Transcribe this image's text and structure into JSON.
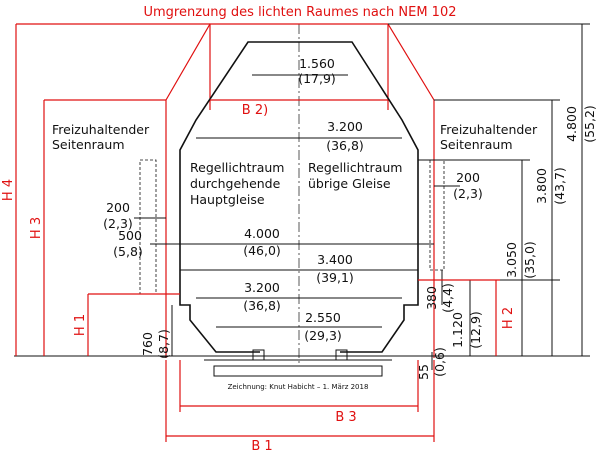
{
  "title": "Umgrenzung des lichten Raumes nach NEM 102",
  "labels": {
    "left_space": [
      "Freizuhaltender",
      "Seitenraum"
    ],
    "right_space": [
      "Freizuhaltender",
      "Seitenraum"
    ],
    "left_gauge": [
      "Regellichtraum",
      "durchgehende",
      "Hauptgleise"
    ],
    "right_gauge": [
      "Regellichtraum",
      "übrige Gleise"
    ],
    "credit": "Zeichnung: Knut Habicht – 1. März 2018"
  },
  "dimensions": {
    "d1560": [
      "1.560",
      "(17,9)"
    ],
    "d3200_top": [
      "3.200",
      "(36,8)"
    ],
    "d200_right": [
      "200",
      "(2,3)"
    ],
    "d200_left": [
      "200",
      "(2,3)"
    ],
    "d500_left": [
      "500",
      "(5,8)"
    ],
    "d4000": [
      "4.000",
      "(46,0)"
    ],
    "d3400": [
      "3.400",
      "(39,1)"
    ],
    "d3200_low": [
      "3.200",
      "(36,8)"
    ],
    "d2550": [
      "2.550",
      "(29,3)"
    ],
    "d760": [
      "760",
      "(8,7)"
    ],
    "d380": [
      "380",
      "(4,4)"
    ],
    "d1120": [
      "1.120",
      "(12,9)"
    ],
    "d55": [
      "55",
      "(0,6)"
    ],
    "d3050": [
      "3.050",
      "(35,0)"
    ],
    "d3800": [
      "3.800",
      "(43,7)"
    ],
    "d4800": [
      "4.800",
      "(55,2)"
    ]
  },
  "red_labels": {
    "b2": "B 2)",
    "b3": "B 3",
    "b1": "B 1",
    "h1": "H 1",
    "h2": "H 2",
    "h3": "H 3",
    "h4": "H 4"
  },
  "colors": {
    "red": "#e01010",
    "black": "#111111"
  }
}
